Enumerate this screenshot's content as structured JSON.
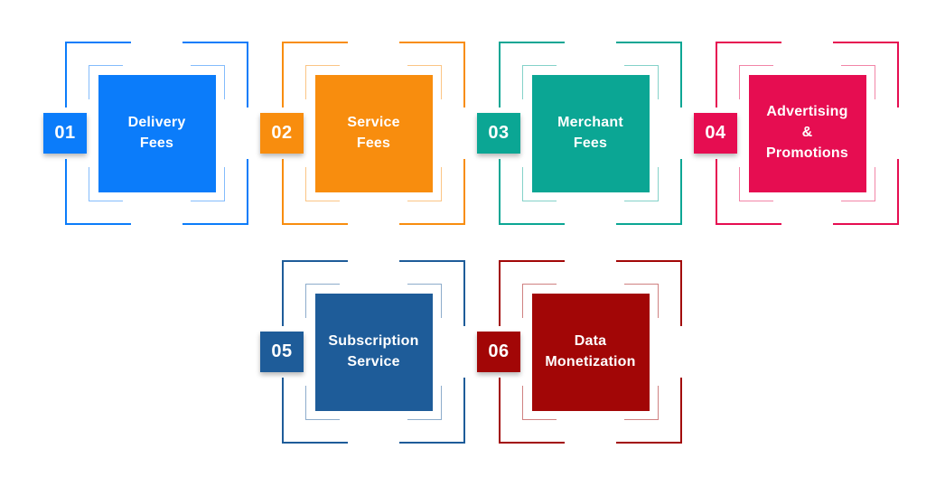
{
  "page": {
    "background_color": "#FFFFFF",
    "text_color": "#FFFFFF"
  },
  "diagram": {
    "type": "numbered-revenue-streams-infographic",
    "items": [
      {
        "number": "01",
        "label": "Delivery\nFees",
        "color": "#0B7CFA"
      },
      {
        "number": "02",
        "label": "Service\nFees",
        "color": "#F88D0E"
      },
      {
        "number": "03",
        "label": "Merchant\nFees",
        "color": "#0BA694"
      },
      {
        "number": "04",
        "label": "Advertising\n&\nPromotions",
        "color": "#E60D51"
      },
      {
        "number": "05",
        "label": "Subscription\nService",
        "color": "#1E5C99"
      },
      {
        "number": "06",
        "label": "Data\nMonetization",
        "color": "#A20606"
      }
    ]
  }
}
